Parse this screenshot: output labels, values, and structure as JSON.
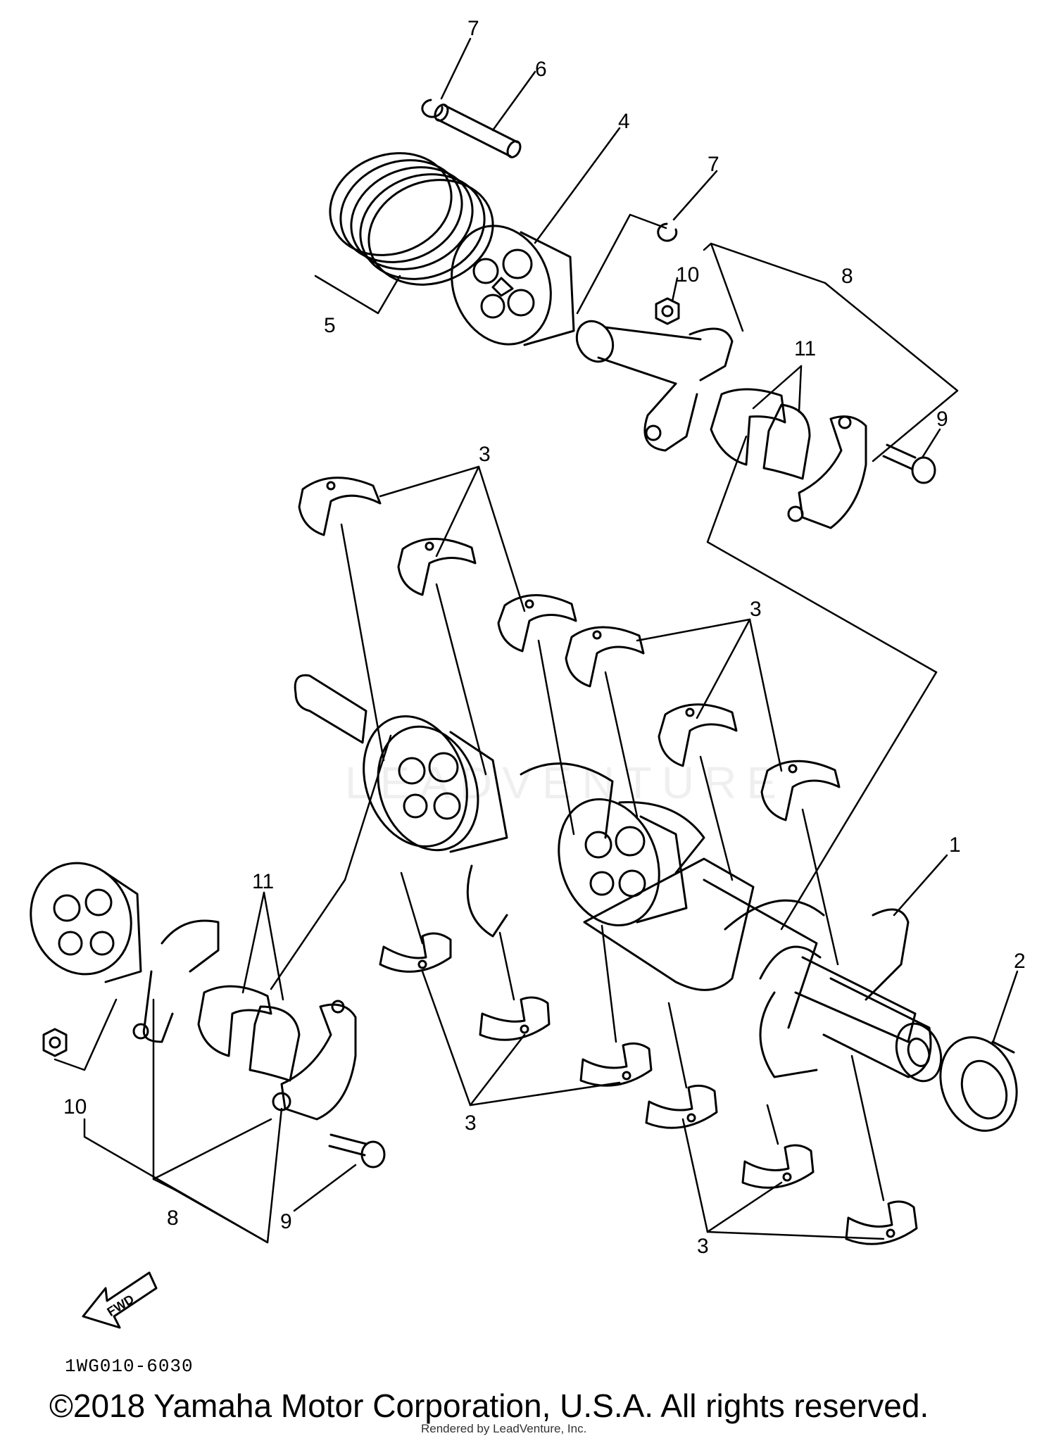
{
  "diagram": {
    "callouts": {
      "crankshaft": "1",
      "oil_seal": "2",
      "bearings_a": "3",
      "bearings_b": "3",
      "bearings_c": "3",
      "bearings_d": "3",
      "piston": "4",
      "piston_rings": "5",
      "piston_pin": "6",
      "clip_a": "7",
      "clip_b": "7",
      "connecting_rod_a": "8",
      "connecting_rod_b": "8",
      "bolt_a": "9",
      "bolt_b": "9",
      "nut_a": "10",
      "nut_b": "10",
      "big_end_bearing_a": "11",
      "big_end_bearing_b": "11"
    },
    "direction_label": "FWD",
    "watermark": "LEADVENTURE",
    "part_code": "1WG010-6030",
    "copyright": "©2018 Yamaha Motor Corporation, U.S.A. All rights reserved.",
    "rendered_by": "Rendered by LeadVenture, Inc."
  }
}
